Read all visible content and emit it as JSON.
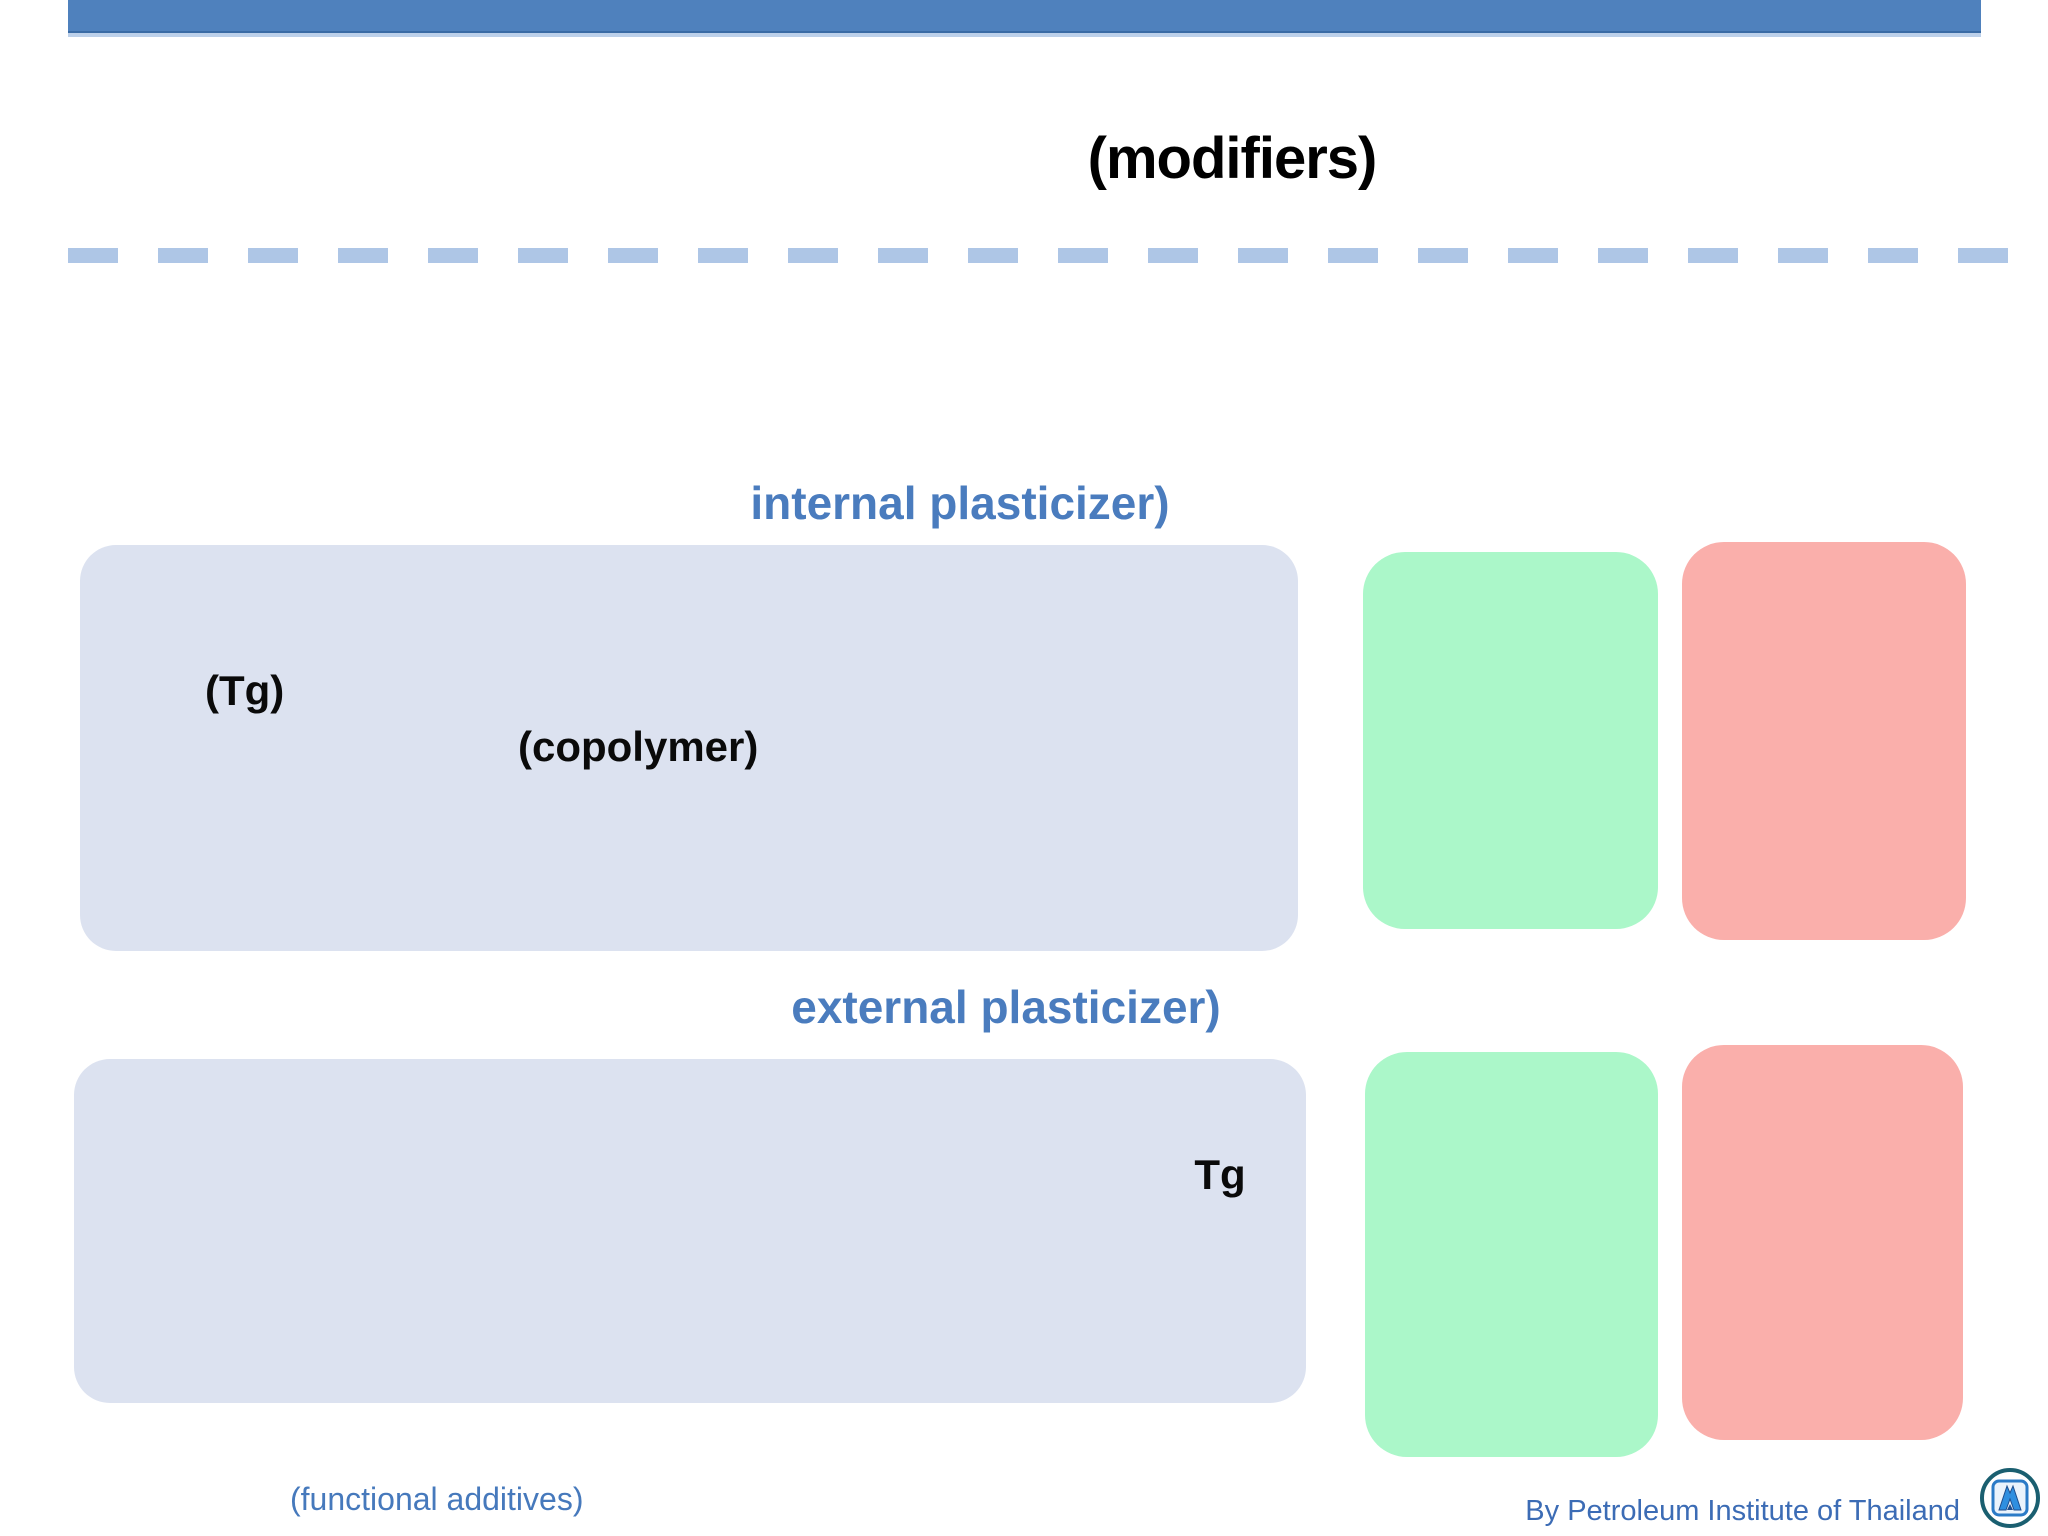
{
  "slide": {
    "title": "(modifiers)"
  },
  "sections": {
    "internal": {
      "heading": "internal plasticizer)",
      "box_labels": {
        "tg": "(Tg)",
        "copolymer": "(copolymer)"
      }
    },
    "external": {
      "heading": "external plasticizer)",
      "box_labels": {
        "tg": "Tg"
      }
    }
  },
  "footer": {
    "note": "(functional additives)",
    "credit": "By Petroleum Institute of Thailand"
  },
  "icons": {
    "logo": "ptit-logo"
  },
  "colors": {
    "header_bar": "#4F81BD",
    "header_underline": "#BCD0EA",
    "dashed_divider": "#AEC6E6",
    "panel_fill": "#DCE2F0",
    "green_swatch": "#ABF7C9",
    "red_swatch": "#FAAFAB",
    "heading_text": "#4A7CBE",
    "footer_note_text": "#4679BC",
    "footer_credit_text": "#3C6CB5",
    "title_text": "#000000"
  }
}
